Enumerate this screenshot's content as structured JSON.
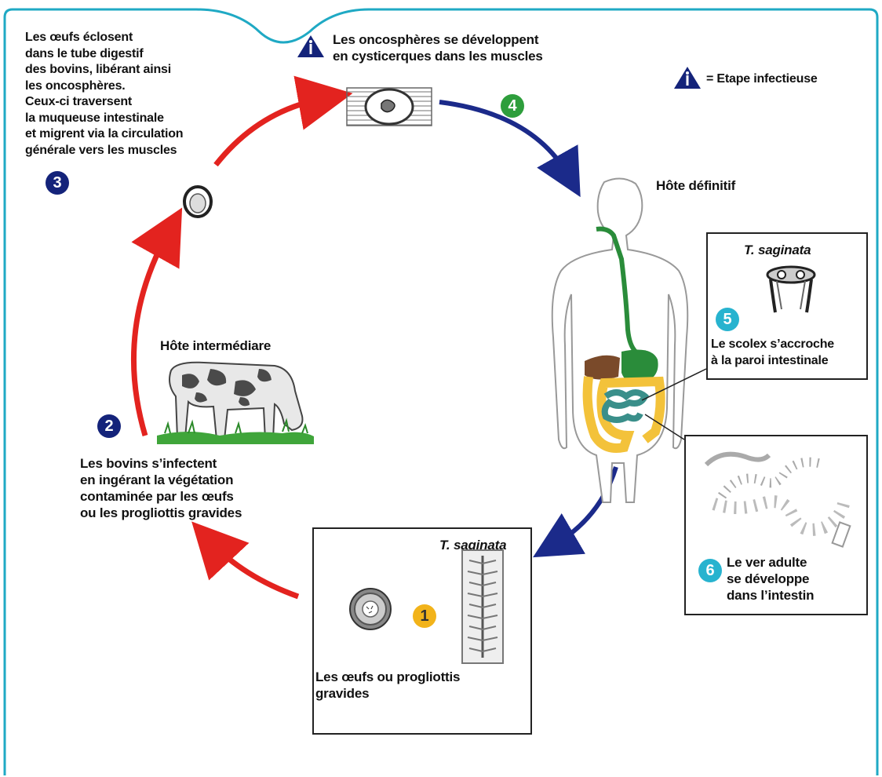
{
  "colors": {
    "frame": "#1fa9c4",
    "red_arrow": "#e3231f",
    "blue_arrow": "#1b2a8a",
    "badge_navy": "#14237a",
    "badge_green": "#2e9e3c",
    "badge_cyan": "#27b3cf",
    "badge_yellow": "#f2b31a",
    "digestive_green": "#2a8c3a",
    "liver_brown": "#7a4a2a",
    "colon_yellow": "#f3c23a",
    "intestine_teal": "#3a8f8a"
  },
  "icons": {
    "infectious_step": "blue-warning-triangle-with-i",
    "egg": "egg-icon",
    "cysticercus": "cysticercus-in-muscle-icon",
    "cow": "grazing-cow-icon",
    "human": "human-silhouette-icon",
    "scolex": "scolex-icon",
    "adult_worm": "adult-tapeworm-icon",
    "proglottid": "proglottid-icon"
  },
  "legend": {
    "text": "= Etape infectieuse"
  },
  "steps": {
    "s1": {
      "number": "1",
      "text": "Les œufs ou progliottis\ngravides",
      "box_title": "T. saginata"
    },
    "s2": {
      "number": "2",
      "text": "Les bovins s’infectent\nen ingérant la végétation\ncontaminée par les œufs\nou les progliottis gravides",
      "host_label": "Hôte intermédiare"
    },
    "s3": {
      "number": "3",
      "text": "Les œufs éclosent\ndans le tube digestif\ndes bovins, libérant ainsi\nles oncosphères.\nCeux-ci traversent\nla muqueuse intestinale\net migrent via la circulation\ngénérale vers les muscles"
    },
    "s4": {
      "number": "4",
      "text": "Les oncosphères se développent\nen cysticerques dans les muscles"
    },
    "s5": {
      "number": "5",
      "text": "Le scolex s’accroche\nà la paroi intestinale",
      "box_title": "T. saginata"
    },
    "s6": {
      "number": "6",
      "text": "Le ver adulte\nse développe\ndans l’intestin"
    }
  },
  "definitive_host_label": "Hôte définitif"
}
